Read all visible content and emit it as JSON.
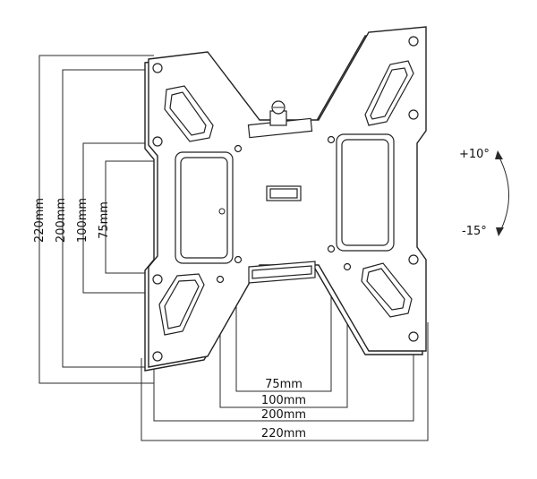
{
  "diagram": {
    "dimensions_horizontal": [
      "75mm",
      "100mm",
      "200mm",
      "220mm"
    ],
    "dimensions_vertical": [
      "220mm",
      "200mm",
      "100mm",
      "75mm"
    ],
    "tilt": {
      "up": "+10°",
      "down": "-15°"
    },
    "colors": {
      "line": "#222222",
      "background": "#ffffff"
    }
  }
}
